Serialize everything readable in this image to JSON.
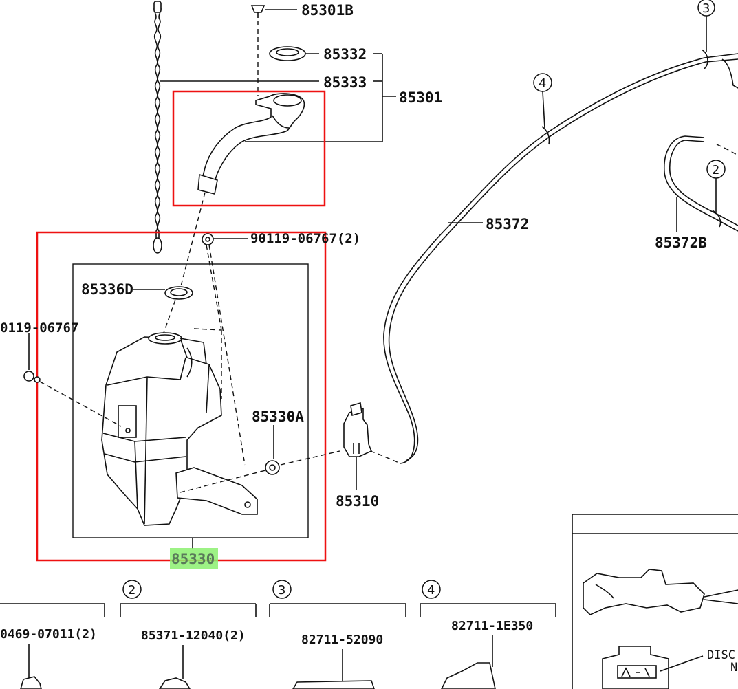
{
  "parts": {
    "p85301B": "85301B",
    "p85332": "85332",
    "p85333": "85333",
    "p85301": "85301",
    "p85372": "85372",
    "p85372B": "85372B",
    "p90119_06767_2": "90119-06767(2)",
    "p85336D": "85336D",
    "p0119_06767": "0119-06767",
    "p85330A": "85330A",
    "p85310": "85310",
    "p85330": "85330",
    "p0469_07011_2": "0469-07011(2)",
    "p85371_12040_2": "85371-12040(2)",
    "p82711_52090": "82711-52090",
    "p82711_1E350": "82711-1E350",
    "disc": "DISC",
    "disc_n": "N"
  },
  "refs": {
    "r3_top": "3",
    "r4_top": "4",
    "r2_top": "2",
    "r2_bottom": "2",
    "r3_bottom": "3",
    "r4_bottom": "4"
  },
  "highlight": {
    "box_color": "#ee1111",
    "label_color": "#8cf070",
    "highlighted_part": "85330"
  }
}
